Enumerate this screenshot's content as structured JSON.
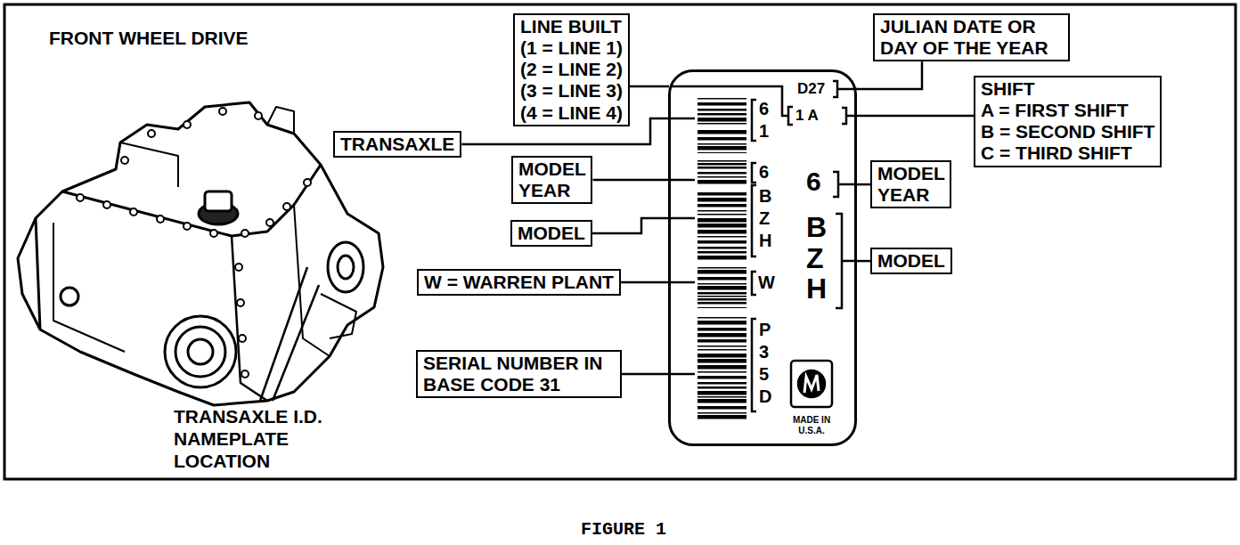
{
  "diagram": {
    "title": "FRONT WHEEL DRIVE",
    "caption": "FIGURE 1",
    "nodes": [
      {
        "text": [
          "LINE BUILT",
          "(1 = LINE 1)",
          "(2 = LINE 2)",
          "(3 = LINE 3)",
          "(4 = LINE 4)"
        ]
      },
      {
        "text": [
          "JULIAN DATE OR DAY OF THE YEAR"
        ]
      },
      {
        "text": [
          "SHIFT",
          "A = FIRST SHIFT",
          "B = SECOND SHIFT",
          "C = THIRD SHIFT"
        ]
      },
      {
        "text": [
          "TRANSAXLE"
        ]
      },
      {
        "text": [
          "D27",
          "1 A",
          "6 1",
          "6",
          "B Z H",
          "W",
          "P 3 5 D",
          "6",
          "B Z H",
          "MADE IN U.S.A."
        ]
      },
      {
        "text": [
          "MODEL YEAR"
        ]
      },
      {
        "text": [
          "MODEL"
        ]
      },
      {
        "text": [
          "MODEL YEAR"
        ]
      },
      {
        "text": [
          "MODEL"
        ]
      },
      {
        "text": [
          "W = WARREN PLANT"
        ]
      },
      {
        "text": [
          "SERIAL NUMBER IN BASE CODE 31"
        ]
      }
    ],
    "edges": [
      {
        "from": 0,
        "to": 4,
        "arrow": "none"
      },
      {
        "from": 1,
        "to": 4,
        "arrow": "none"
      },
      {
        "from": 2,
        "to": 4,
        "arrow": "none"
      },
      {
        "from": 3,
        "to": 4,
        "arrow": "none"
      },
      {
        "from": 5,
        "to": 4,
        "arrow": "none"
      },
      {
        "from": 6,
        "to": 4,
        "arrow": "none"
      },
      {
        "from": 7,
        "to": 4,
        "arrow": "none"
      },
      {
        "from": 8,
        "to": 4,
        "arrow": "none"
      },
      {
        "from": 9,
        "to": 4,
        "arrow": "none"
      },
      {
        "from": 10,
        "to": 4,
        "arrow": "none"
      }
    ],
    "labels": [
      "TRANSAXLE I.D. NAMEPLATE LOCATION"
    ]
  }
}
